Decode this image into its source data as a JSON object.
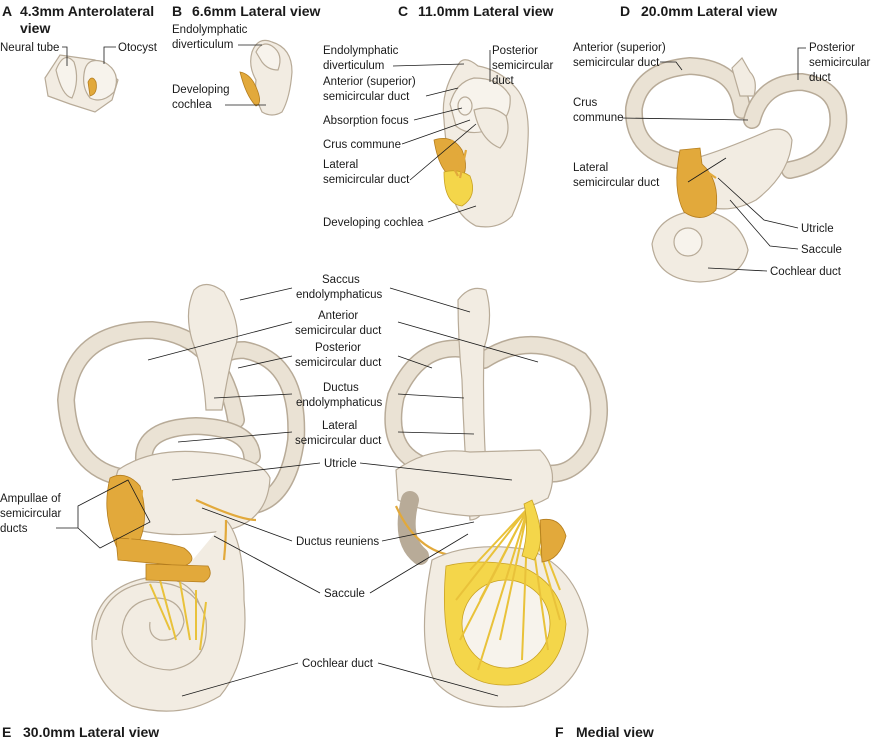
{
  "panels": {
    "a": {
      "letter": "A",
      "title": "4.3mm Anterolateral",
      "title2": "view",
      "labels": {
        "neural_tube": "Neural tube",
        "otocyst": "Otocyst"
      }
    },
    "b": {
      "letter": "B",
      "title": "6.6mm Lateral view",
      "labels": {
        "endo_1": "Endolymphatic",
        "endo_2": "diverticulum",
        "coch_1": "Developing",
        "coch_2": "cochlea"
      }
    },
    "c": {
      "letter": "C",
      "title": "11.0mm Lateral view",
      "labels": {
        "endo_1": "Endolymphatic",
        "endo_2": "diverticulum",
        "post_1": "Posterior",
        "post_2": "semicircular",
        "post_3": "duct",
        "ant_1": "Anterior (superior)",
        "ant_2": "semicircular duct",
        "absorption": "Absorption focus",
        "crus": "Crus commune",
        "lat_1": "Lateral",
        "lat_2": "semicircular duct",
        "cochlea": "Developing cochlea"
      }
    },
    "d": {
      "letter": "D",
      "title": "20.0mm Lateral view",
      "labels": {
        "ant_1": "Anterior (superior)",
        "ant_2": "semicircular duct",
        "post_1": "Posterior",
        "post_2": "semicircular",
        "post_3": "duct",
        "crus_1": "Crus",
        "crus_2": "commune",
        "lat_1": "Lateral",
        "lat_2": "semicircular duct",
        "utricle": "Utricle",
        "saccule": "Saccule",
        "cochlear": "Cochlear duct"
      }
    },
    "e": {
      "letter": "E",
      "title": "30.0mm Lateral view",
      "labels": {
        "amp_1": "Ampullae of",
        "amp_2": "semicircular",
        "amp_3": "ducts"
      }
    },
    "f": {
      "letter": "F",
      "title": "Medial view"
    }
  },
  "shared_labels": {
    "saccus_1": "Saccus",
    "saccus_2": "endolymphaticus",
    "ant_1": "Anterior",
    "ant_2": "semicircular duct",
    "post_1": "Posterior",
    "post_2": "semicircular duct",
    "ductus_1": "Ductus",
    "ductus_2": "endolymphaticus",
    "lat_1": "Lateral",
    "lat_2": "semicircular duct",
    "utricle": "Utricle",
    "reuniens": "Ductus reuniens",
    "saccule": "Saccule",
    "cochlear": "Cochlear duct"
  },
  "colors": {
    "membrane": "#f2ece2",
    "outline": "#b8ab98",
    "nerve": "#e2a93b",
    "ganglion": "#f4d64a"
  }
}
